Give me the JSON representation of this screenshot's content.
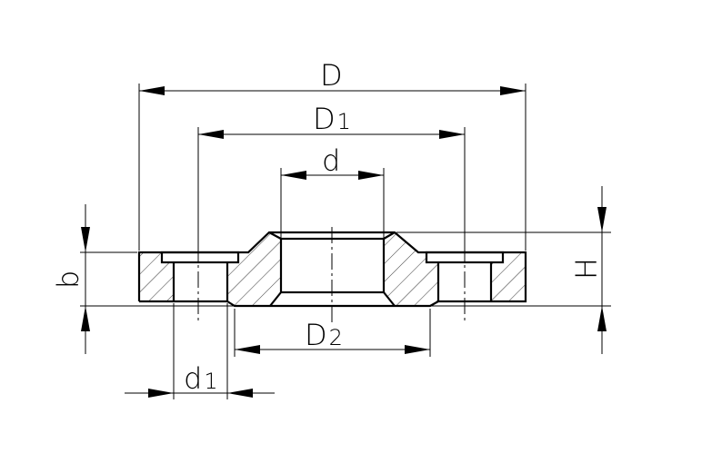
{
  "drawing": {
    "labels": {
      "D": "D",
      "D1_main": "D",
      "D1_sub": "1",
      "d": "d",
      "D2_main": "D",
      "D2_sub": "2",
      "d1_main": "d",
      "d1_sub": "1",
      "b": "b",
      "H": "H"
    }
  }
}
